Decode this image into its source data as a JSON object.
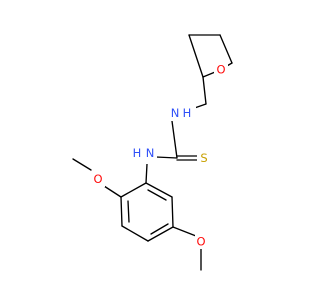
{
  "colors": {
    "background": "#ffffff",
    "bond": "#000000",
    "oxygen": "#ff0d0d",
    "nitrogen": "#3050f8",
    "sulfur": "#c8a000",
    "hydrogen_on_nitrogen": "#3050f8"
  },
  "atoms": {
    "ring_oxygen": {
      "symbol": "O"
    },
    "nh_upper": {
      "symbol": "N",
      "h": "H"
    },
    "thiocarbonyl_sulfur": {
      "symbol": "S"
    },
    "nh_lower": {
      "symbol": "N",
      "h": "H"
    },
    "methoxy_oxygen_upper": {
      "symbol": "O"
    },
    "methoxy_oxygen_lower": {
      "symbol": "O"
    }
  }
}
